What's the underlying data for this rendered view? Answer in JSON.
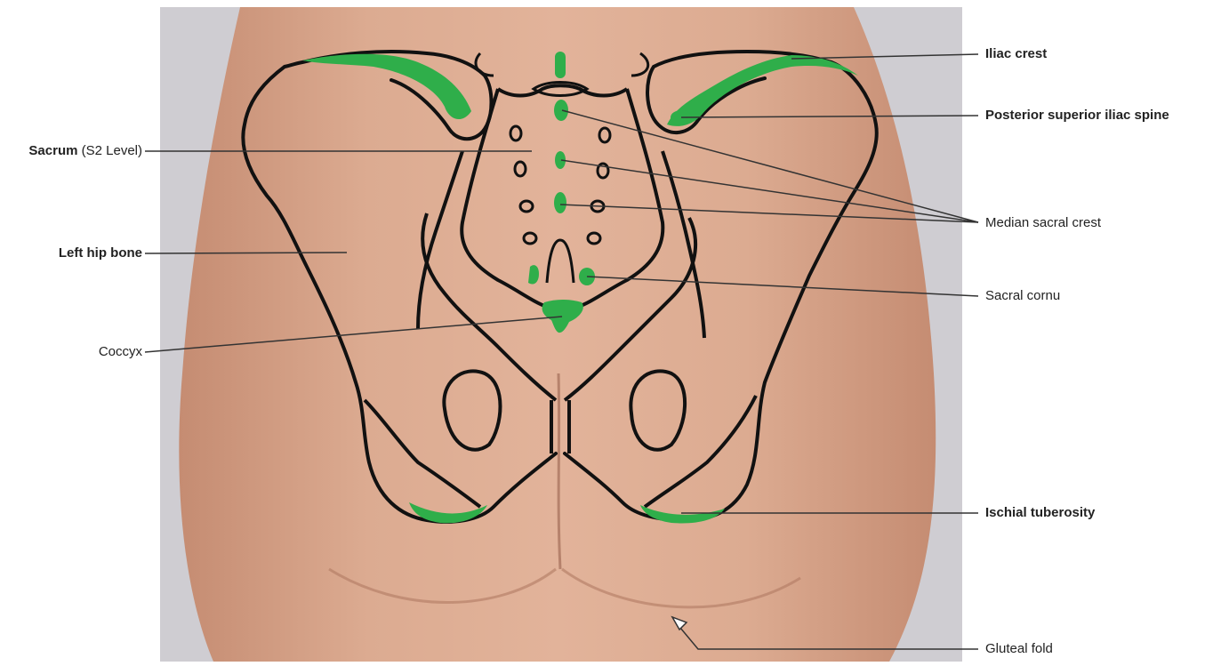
{
  "figure": {
    "labels": {
      "iliac_crest": "Iliac crest",
      "psis": "Posterior superior iliac spine",
      "sacrum_bold": "Sacrum",
      "sacrum_rest": "(S2 Level)",
      "median_sacral_crest": "Median sacral crest",
      "left_hip_bone": "Left hip bone",
      "sacral_cornu": "Sacral cornu",
      "coccyx": "Coccyx",
      "ischial_tuberosity": "Ischial tuberosity",
      "gluteal_fold": "Gluteal fold"
    },
    "colors": {
      "skin": "#d9a48a",
      "background": "#cfcdd2",
      "bone_outline": "#111111",
      "landmark_highlight": "#2fae4a",
      "leader_line": "#333333"
    }
  }
}
